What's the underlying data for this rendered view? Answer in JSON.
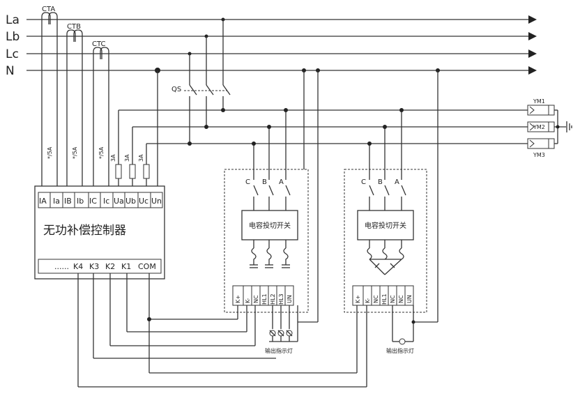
{
  "buses": [
    {
      "label": "La"
    },
    {
      "label": "Lb"
    },
    {
      "label": "Lc"
    },
    {
      "label": "N"
    }
  ],
  "current_transformers": [
    "CTA",
    "CTB",
    "CTC"
  ],
  "ct_ratings": [
    "*/5A",
    "*/5A",
    "*/5A"
  ],
  "fuse_ratings": [
    "3A",
    "3A",
    "3A"
  ],
  "isolator_label": "QS",
  "controller": {
    "title": "无功补偿控制器",
    "inputs": [
      "IA",
      "Ia",
      "IB",
      "Ib",
      "IC",
      "Ic",
      "Ua",
      "Ub",
      "Uc",
      "Un"
    ],
    "outputs_prefix": "......",
    "outputs": [
      "K4",
      "K3",
      "K2",
      "K1",
      "COM"
    ]
  },
  "indicators": [
    "YM1",
    "YM2",
    "YM3"
  ],
  "switch_units": [
    {
      "title": "电容投切开关",
      "phases": [
        "C",
        "B",
        "A"
      ],
      "terminals": [
        "K+",
        "K-",
        "NC",
        "HL1",
        "HL2",
        "HL3",
        "UN"
      ],
      "lamp_label": "输出指示灯"
    },
    {
      "title": "电容投切开关",
      "phases": [
        "C",
        "B",
        "A"
      ],
      "terminals": [
        "K+",
        "K-",
        "NC",
        "HL1",
        "NC",
        "NC",
        "UN"
      ],
      "lamp_label": "输出指示灯"
    }
  ]
}
